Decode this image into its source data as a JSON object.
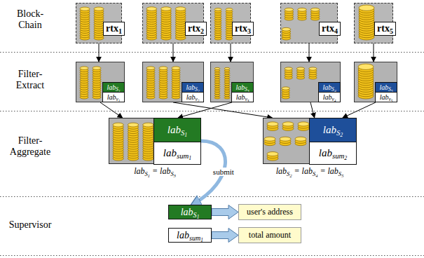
{
  "diagram": {
    "nodes": [
      {
        "text": [
          "rtx1"
        ]
      },
      {
        "text": [
          "rtx2"
        ]
      },
      {
        "text": [
          "rtx3"
        ]
      },
      {
        "text": [
          "rtx4"
        ]
      },
      {
        "text": [
          "rtx5"
        ]
      },
      {
        "text": []
      },
      {
        "text": [
          "labS1"
        ],
        "in": 5
      },
      {
        "text": [
          "labv1"
        ],
        "in": 5
      },
      {
        "text": []
      },
      {
        "text": [
          "labS2"
        ],
        "in": 8
      },
      {
        "text": [
          "labv2"
        ],
        "in": 8
      },
      {
        "text": []
      },
      {
        "text": [
          "labS3"
        ],
        "in": 11
      },
      {
        "text": [
          "labv3"
        ],
        "in": 11
      },
      {
        "text": []
      },
      {
        "text": [
          "labS4"
        ],
        "in": 14
      },
      {
        "text": [
          "labv4"
        ],
        "in": 14
      },
      {
        "text": []
      },
      {
        "text": [
          "labS5"
        ],
        "in": 17
      },
      {
        "text": [
          "labv5"
        ],
        "in": 17
      },
      {
        "text": []
      },
      {
        "text": [
          "labS1"
        ],
        "in": 20
      },
      {
        "text": [
          "labsum1"
        ],
        "in": 20
      },
      {
        "text": []
      },
      {
        "text": [
          "labS2"
        ],
        "in": 23
      },
      {
        "text": [
          "labsum2"
        ],
        "in": 23
      },
      {
        "text": [
          "labS1"
        ]
      },
      {
        "text": [
          "user's address"
        ]
      },
      {
        "text": [
          "labsum1"
        ]
      },
      {
        "text": [
          "total amount"
        ]
      }
    ],
    "edges": [
      {
        "from": 0,
        "to": 5,
        "arrow": "to"
      },
      {
        "from": 1,
        "to": 8,
        "arrow": "to"
      },
      {
        "from": 2,
        "to": 11,
        "arrow": "to"
      },
      {
        "from": 3,
        "to": 14,
        "arrow": "to"
      },
      {
        "from": 4,
        "to": 17,
        "arrow": "to"
      },
      {
        "from": 5,
        "to": 20,
        "arrow": "to"
      },
      {
        "from": 11,
        "to": 20,
        "arrow": "to"
      },
      {
        "from": 8,
        "to": 23,
        "arrow": "to"
      },
      {
        "from": 14,
        "to": 23,
        "arrow": "to"
      },
      {
        "from": 17,
        "to": 23,
        "arrow": "to"
      },
      {
        "from": 20,
        "to": 26,
        "label": "submit",
        "arrow": "to"
      },
      {
        "from": 26,
        "to": 27,
        "arrow": "to"
      },
      {
        "from": 28,
        "to": 29,
        "arrow": "to"
      }
    ],
    "labels": [
      "Block-Chain",
      "Filter-Extract",
      "Filter-Aggregate",
      "Supervisor",
      "labS1 = labS3",
      "labS2 = labS4 = labS5"
    ]
  }
}
